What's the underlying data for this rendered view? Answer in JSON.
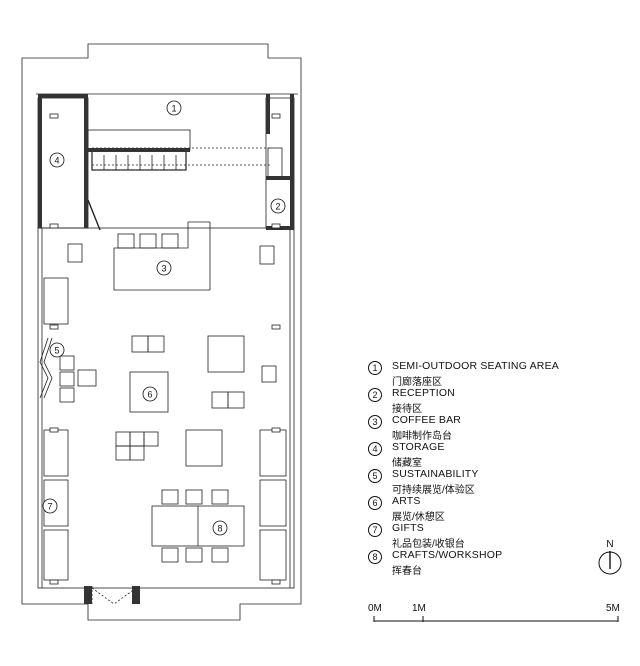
{
  "plan": {
    "room_labels": [
      "1",
      "2",
      "3",
      "4",
      "5",
      "6",
      "7",
      "8"
    ]
  },
  "legend": {
    "items": [
      {
        "num": "1",
        "en": "SEMI-OUTDOOR SEATING AREA",
        "zh": "门廊落座区"
      },
      {
        "num": "2",
        "en": "RECEPTION",
        "zh": "接待区"
      },
      {
        "num": "3",
        "en": "COFFEE BAR",
        "zh": "咖啡制作岛台"
      },
      {
        "num": "4",
        "en": "STORAGE",
        "zh": "储藏室"
      },
      {
        "num": "5",
        "en": "SUSTAINABILITY",
        "zh": "可持续展览/体验区"
      },
      {
        "num": "6",
        "en": "ARTS",
        "zh": "展览/休憩区"
      },
      {
        "num": "7",
        "en": "GIFTS",
        "zh": "礼品包装/收银台"
      },
      {
        "num": "8",
        "en": "CRAFTS/WORKSHOP",
        "zh": "挥春台"
      }
    ]
  },
  "north": {
    "label": "N"
  },
  "scale": {
    "ticks": [
      "0M",
      "1M",
      "5M"
    ]
  }
}
